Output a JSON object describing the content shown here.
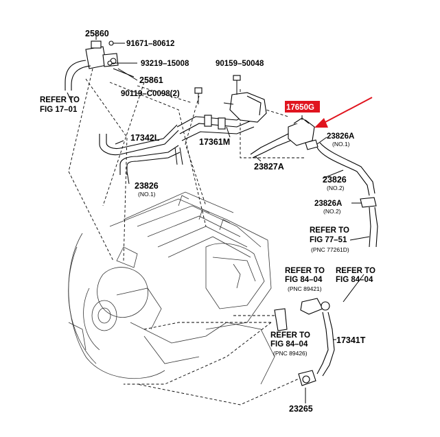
{
  "labels": {
    "p25860": "25860",
    "p91671": "91671–80612",
    "p93219": "93219–15008",
    "p25861": "25861",
    "p90119": "90119–C0098(2)",
    "refer1701_a": "REFER TO",
    "refer1701_b": "FIG 17–01",
    "p90159": "90159–50048",
    "p17650g": "17650G",
    "p17342l": "17342L",
    "p17361m": "17361M",
    "p23826a_top": "23826A",
    "no1_a": "(NO.1)",
    "p23827a": "23827A",
    "p23826_left": "23826",
    "no1_b": "(NO.1)",
    "p23826_right": "23826",
    "no2_a": "(NO.2)",
    "p23826a_mid": "23826A",
    "no2_b": "(NO.2)",
    "refer7751_a": "REFER TO",
    "refer7751_b": "FIG 77–51",
    "pnc77261": "(PNC 77261D)",
    "refer8404a_a": "REFER TO",
    "refer8404a_b": "FIG 84–04",
    "pnc89421": "(PNC 89421)",
    "refer8404b_a": "REFER TO",
    "refer8404b_b": "FIG 84–04",
    "refer8404c_a": "REFER TO",
    "refer8404c_b": "FIG 84–04",
    "pnc89426": "(PNC 89426)",
    "p17341t": "17341T",
    "p23265": "23265"
  },
  "colors": {
    "highlight": "#e0141e",
    "arrow": "#e0141e",
    "ink": "#000000"
  }
}
